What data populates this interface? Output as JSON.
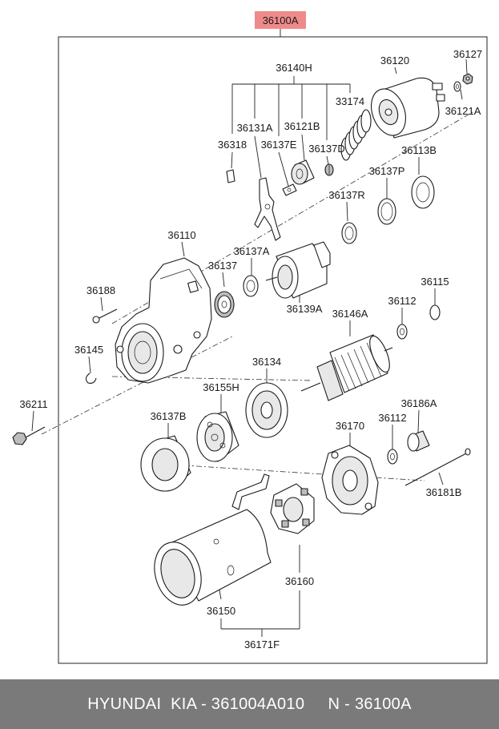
{
  "assembly": {
    "label": "36100A",
    "highlight_color": "#f08a8a"
  },
  "callouts": {
    "c36140H": "36140H",
    "c36120": "36120",
    "c36127": "36127",
    "c33174": "33174",
    "c36121A": "36121A",
    "c36131A": "36131A",
    "c36121B": "36121B",
    "c36318": "36318",
    "c36137E": "36137E",
    "c36137D": "36137D",
    "c36113B": "36113B",
    "c36137P": "36137P",
    "c36137R": "36137R",
    "c36110": "36110",
    "c36137A": "36137A",
    "c36137": "36137",
    "c36188": "36188",
    "c36139A": "36139A",
    "c36115": "36115",
    "c36146A": "36146A",
    "c36112a": "36112",
    "c36145": "36145",
    "c36134": "36134",
    "c36211": "36211",
    "c36155H": "36155H",
    "c36137B": "36137B",
    "c36186A": "36186A",
    "c36170": "36170",
    "c36112b": "36112",
    "c36181B": "36181B",
    "c36160": "36160",
    "c36150": "36150",
    "c36171F": "36171F"
  },
  "footer": {
    "text": "HYUNDAI  KIA - 361004A010     N - 36100A",
    "background": "#7a7a7a"
  }
}
